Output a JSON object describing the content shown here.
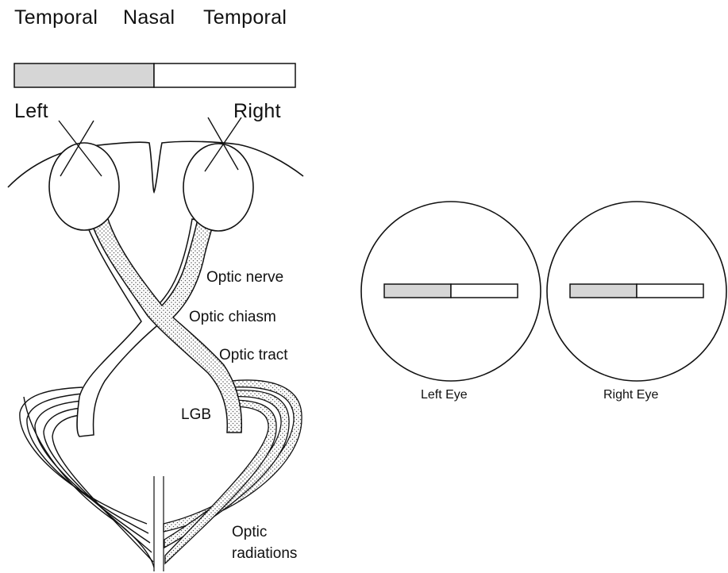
{
  "field_labels": {
    "temporal_left": "Temporal",
    "nasal": "Nasal",
    "temporal_right": "Temporal"
  },
  "eye_labels": {
    "left": "Left",
    "right": "Right"
  },
  "structures": {
    "optic_nerve": "Optic nerve",
    "optic_chiasm": "Optic chiasm",
    "optic_tract": "Optic tract",
    "lgb": "LGB",
    "optic_radiations_line1": "Optic",
    "optic_radiations_line2": "radiations"
  },
  "visual_fields": {
    "left_eye": "Left Eye",
    "right_eye": "Right Eye"
  },
  "colors": {
    "stroke": "#111111",
    "shaded": "#d6d6d6",
    "stipple": "#555555",
    "background": "#ffffff"
  }
}
